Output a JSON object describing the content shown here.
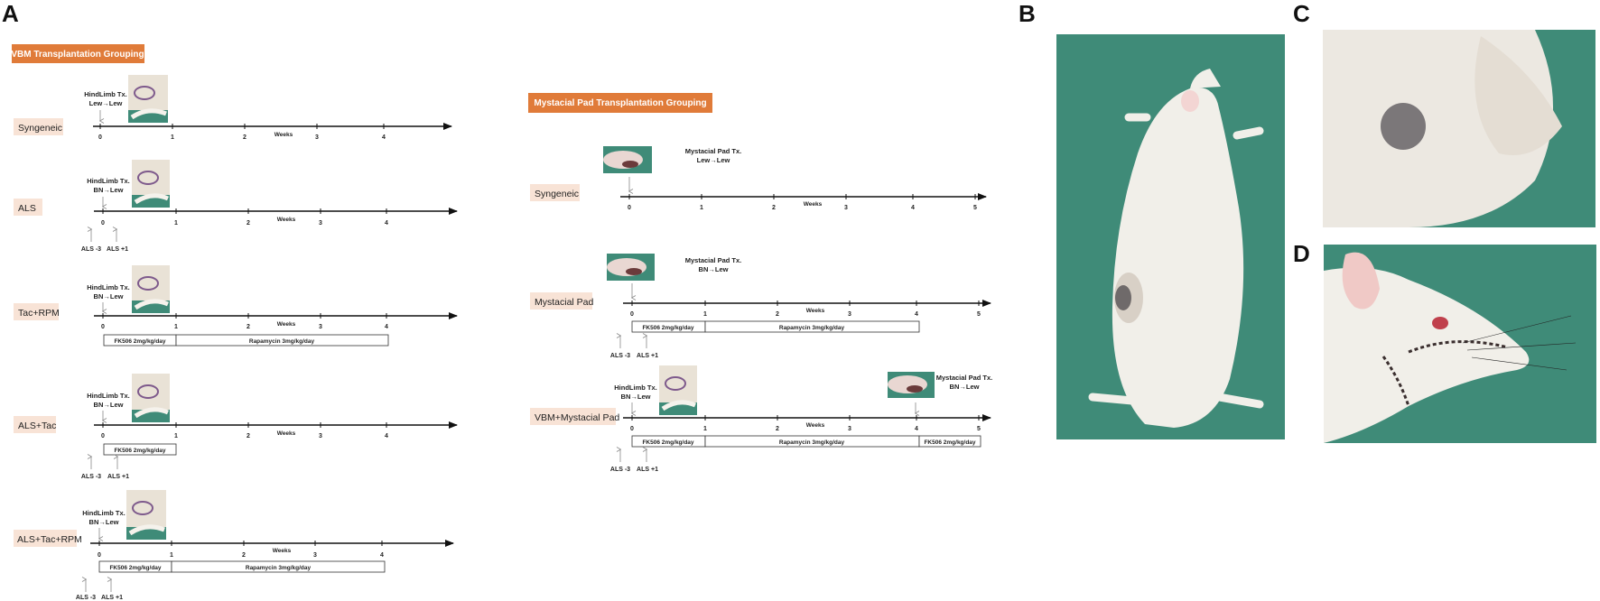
{
  "panels": {
    "a": "A",
    "b": "B",
    "c": "C",
    "d": "D"
  },
  "vbm": {
    "header": "VBM Transplantation Grouping",
    "weeks_label": "Weeks",
    "ticks": [
      "0",
      "1",
      "2",
      "3",
      "4"
    ],
    "rows": [
      {
        "group": "Syngeneic",
        "tx_line1": "HindLimb Tx.",
        "tx_line2": "Lew→Lew",
        "drugs": [],
        "als": []
      },
      {
        "group": "ALS",
        "tx_line1": "HindLimb Tx.",
        "tx_line2": "BN→Lew",
        "drugs": [],
        "als": [
          "ALS -3",
          "ALS +1"
        ]
      },
      {
        "group": "Tac+RPM",
        "tx_line1": "HindLimb Tx.",
        "tx_line2": "BN→Lew",
        "drugs": [
          "FK506 2mg/kg/day",
          "Rapamycin 3mg/kg/day"
        ],
        "als": []
      },
      {
        "group": "ALS+Tac",
        "tx_line1": "HindLimb Tx.",
        "tx_line2": "BN→Lew",
        "drugs": [
          "FK506 2mg/kg/day"
        ],
        "als": [
          "ALS -3",
          "ALS +1"
        ]
      },
      {
        "group": "ALS+Tac+RPM",
        "tx_line1": "HindLimb Tx.",
        "tx_line2": "BN→Lew",
        "drugs": [
          "FK506 2mg/kg/day",
          "Rapamycin 3mg/kg/day"
        ],
        "als": [
          "ALS -3",
          "ALS +1"
        ]
      }
    ]
  },
  "mystacial": {
    "header": "Mystacial Pad Transplantation Grouping",
    "weeks_label": "Weeks",
    "ticks": [
      "0",
      "1",
      "2",
      "3",
      "4",
      "5"
    ],
    "rows": [
      {
        "group": "Syngeneic",
        "tx_line1": "Mystacial Pad Tx.",
        "tx_line2": "Lew→Lew",
        "drugs": [],
        "als": []
      },
      {
        "group": "Mystacial Pad",
        "tx_line1": "Mystacial Pad Tx.",
        "tx_line2": "BN→Lew",
        "drugs": [
          "FK506 2mg/kg/day",
          "Rapamycin 3mg/kg/day"
        ],
        "als": [
          "ALS -3",
          "ALS +1"
        ]
      },
      {
        "group": "VBM+Mystacial Pad",
        "tx_line1": "HindLimb Tx.",
        "tx_line2": "BN→Lew",
        "tx2_line1": "Mystacial Pad Tx.",
        "tx2_line2": "BN→Lew",
        "drugs": [
          "FK506 2mg/kg/day",
          "Rapamycin 3mg/kg/day",
          "FK506 2mg/kg/day"
        ],
        "als": [
          "ALS -3",
          "ALS +1"
        ]
      }
    ]
  },
  "colors": {
    "header_fill": "#e07b39",
    "group_fill": "#f8e3d6",
    "axis": "#111111",
    "drape_green": "#3f8b78",
    "fur": "#f1efe9"
  }
}
